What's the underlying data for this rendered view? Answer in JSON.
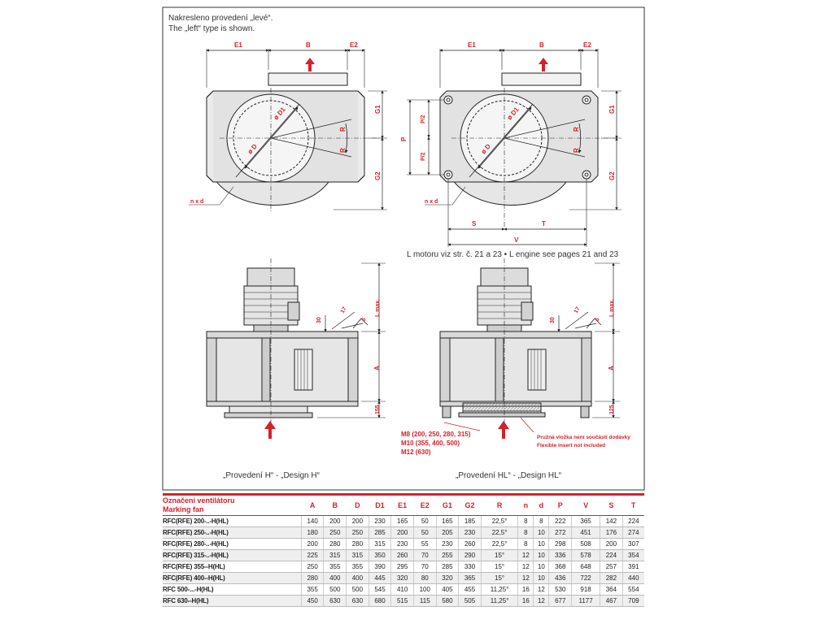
{
  "notes": {
    "drawn_cz": "Nakresleno provedení „levé“.",
    "drawn_en": "The „left“ type is shown.",
    "engine": "L motoru viz str. č. 21 a 23 • L engine see pages 21 and 23",
    "design_h": "„Provedení H“ - „Design H“",
    "design_hl": "„Provedení HL“ - „Design HL“",
    "insert_cz": "Pružná vložka není součástí dodávky",
    "insert_en": "Flexible insert not included",
    "bolts": [
      "M8 (200, 250, 280, 315)",
      "M10 (355, 400, 500)",
      "M12 (630)"
    ]
  },
  "dims": {
    "E1": "E1",
    "B": "B",
    "E2": "E2",
    "G1": "G1",
    "G2": "G2",
    "D1": "ø D1",
    "D": "ø D",
    "R": "R",
    "nxd": "n x d",
    "P": "P",
    "P2": "P/2",
    "S": "S",
    "T": "T",
    "V": "V",
    "A": "A",
    "Lmax": "L max.",
    "d30": "30",
    "d17": "17",
    "d6": "6",
    "d155": "155",
    "d125": "125"
  },
  "colors": {
    "accent": "#d6202a",
    "line": "#222222",
    "fill": "#e8e8e8"
  },
  "table": {
    "lead_cz": "Označení ventilátoru",
    "lead_en": "Marking fan",
    "columns": [
      "A",
      "B",
      "D",
      "D1",
      "E1",
      "E2",
      "G1",
      "G2",
      "R",
      "n",
      "d",
      "P",
      "V",
      "S",
      "T"
    ],
    "rows": [
      {
        "name": "RFC(RFE) 200-..-H(HL)",
        "values": [
          "140",
          "200",
          "200",
          "230",
          "165",
          "50",
          "165",
          "185",
          "22,5°",
          "8",
          "8",
          "222",
          "365",
          "142",
          "224"
        ]
      },
      {
        "name": "RFC(RFE) 250-..-H(HL)",
        "values": [
          "180",
          "250",
          "250",
          "285",
          "200",
          "50",
          "205",
          "230",
          "22,5°",
          "8",
          "10",
          "272",
          "451",
          "176",
          "274"
        ]
      },
      {
        "name": "RFC(RFE) 280-..-H(HL)",
        "values": [
          "200",
          "280",
          "280",
          "315",
          "230",
          "55",
          "230",
          "260",
          "22,5°",
          "8",
          "10",
          "298",
          "508",
          "200",
          "307"
        ]
      },
      {
        "name": "RFC(RFE) 315-..-H(HL)",
        "values": [
          "225",
          "315",
          "315",
          "350",
          "260",
          "70",
          "255",
          "290",
          "15°",
          "12",
          "10",
          "336",
          "578",
          "224",
          "354"
        ]
      },
      {
        "name": "RFC(RFE) 355--H(HL)",
        "values": [
          "250",
          "355",
          "355",
          "390",
          "295",
          "70",
          "285",
          "330",
          "15°",
          "12",
          "10",
          "368",
          "648",
          "257",
          "391"
        ]
      },
      {
        "name": "RFC(RFE) 400--H(HL)",
        "values": [
          "280",
          "400",
          "400",
          "445",
          "320",
          "80",
          "320",
          "365",
          "15°",
          "12",
          "10",
          "436",
          "722",
          "282",
          "440"
        ]
      },
      {
        "name": "RFC 500-...-H(HL)",
        "values": [
          "355",
          "500",
          "500",
          "545",
          "410",
          "100",
          "405",
          "455",
          "11,25°",
          "16",
          "12",
          "530",
          "918",
          "364",
          "554"
        ]
      },
      {
        "name": "RFC 630--H(HL)",
        "values": [
          "450",
          "630",
          "630",
          "680",
          "515",
          "115",
          "580",
          "505",
          "11,25°",
          "16",
          "12",
          "677",
          "1177",
          "467",
          "709"
        ]
      }
    ]
  }
}
